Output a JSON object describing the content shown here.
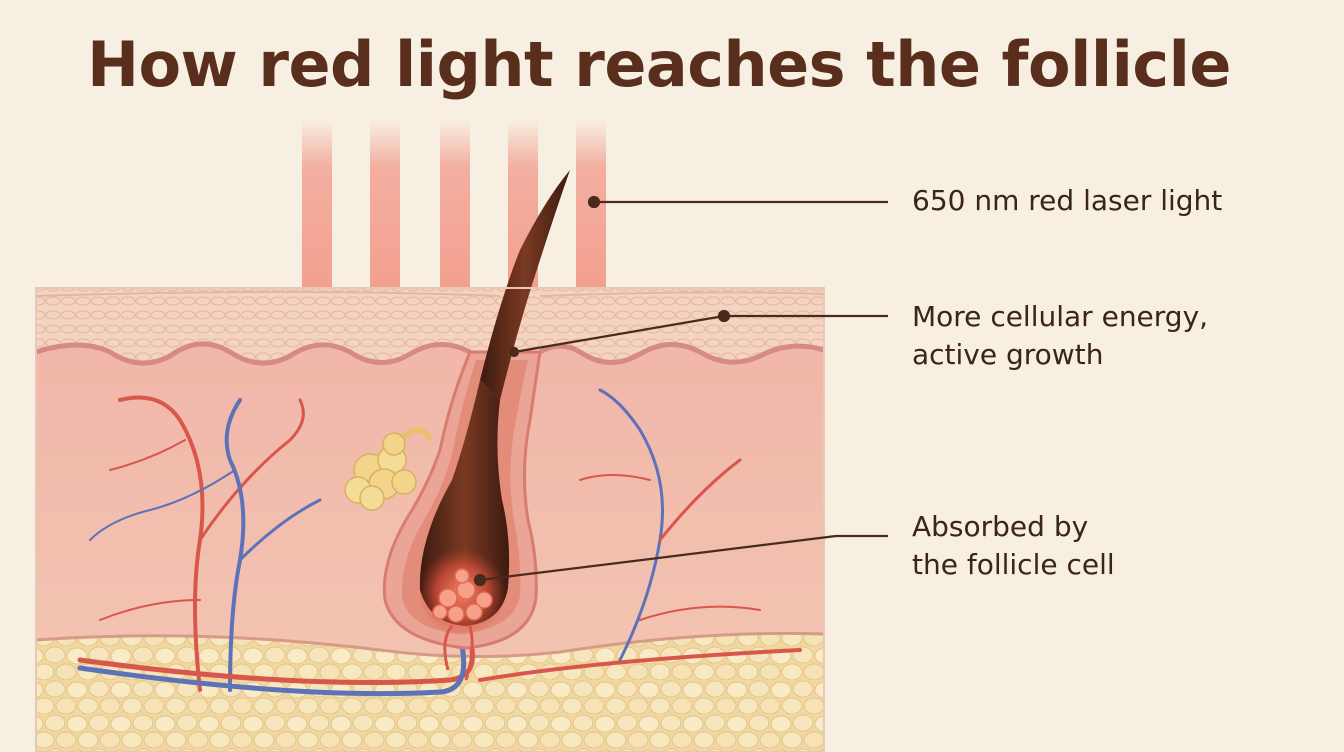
{
  "title": "How red light reaches the follicle",
  "labels": {
    "laser": "650 nm red laser light",
    "energy_line1": "More cellular energy,",
    "energy_line2": "active growth",
    "absorbed_line1": "Absorbed by",
    "absorbed_line2": "the follicle cell"
  },
  "colors": {
    "background": "#f7efe2",
    "title": "#5a2e1c",
    "laser": "#f06a5a",
    "dermis": "#f2c1b4",
    "epidermis": "#f4d6c3",
    "fat": "#f3dfab",
    "hair": "#5a2a1a",
    "artery": "#d9574a",
    "vein": "#5d72b8",
    "gland": "#f2d58a",
    "leader": "#4a2a1c"
  }
}
